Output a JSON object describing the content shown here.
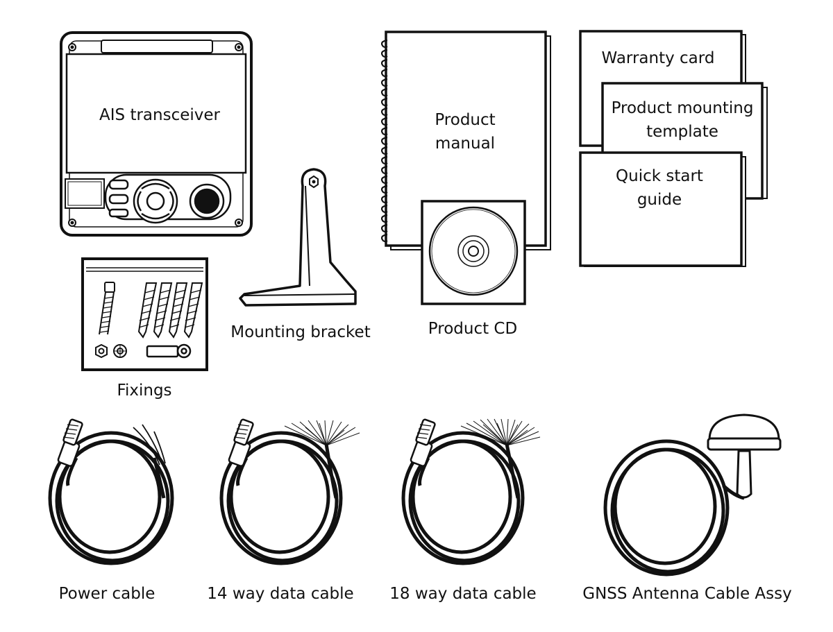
{
  "items": {
    "ais_transceiver": "AIS transceiver",
    "product_manual": "Product manual",
    "product_manual_line1": "Product",
    "product_manual_line2": "manual",
    "warranty_card": "Warranty card",
    "mounting_template_line1": "Product mounting",
    "mounting_template_line2": "template",
    "quick_start_line1": "Quick start",
    "quick_start_line2": "guide",
    "mounting_bracket": "Mounting bracket",
    "product_cd": "Product CD",
    "fixings": "Fixings",
    "power_cable": "Power cable",
    "data_cable_14": "14 way data cable",
    "data_cable_18": "18 way data cable",
    "gnss_antenna": "GNSS Antenna Cable Assy"
  }
}
